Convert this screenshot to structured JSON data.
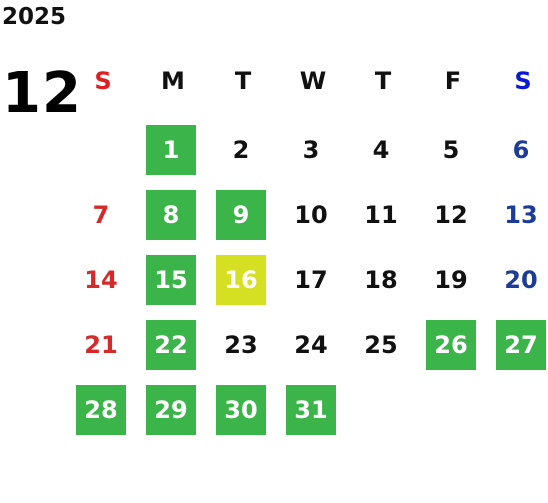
{
  "calendar": {
    "year": "2025",
    "month": "12",
    "weekdays": [
      "S",
      "M",
      "T",
      "W",
      "T",
      "F",
      "S"
    ],
    "colors": {
      "sunday_header": "#e02020",
      "saturday_header": "#0a18d8",
      "sunday_day": "#d42a2a",
      "saturday_day": "#1c3c9a",
      "highlight_green": "#3bb54a",
      "highlight_yellow": "#d6e022"
    },
    "first_weekday_index": 1,
    "days_in_month": 31,
    "green_days": [
      1,
      8,
      9,
      15,
      22,
      26,
      27,
      28,
      29,
      30,
      31
    ],
    "yellow_days": [
      16
    ]
  }
}
